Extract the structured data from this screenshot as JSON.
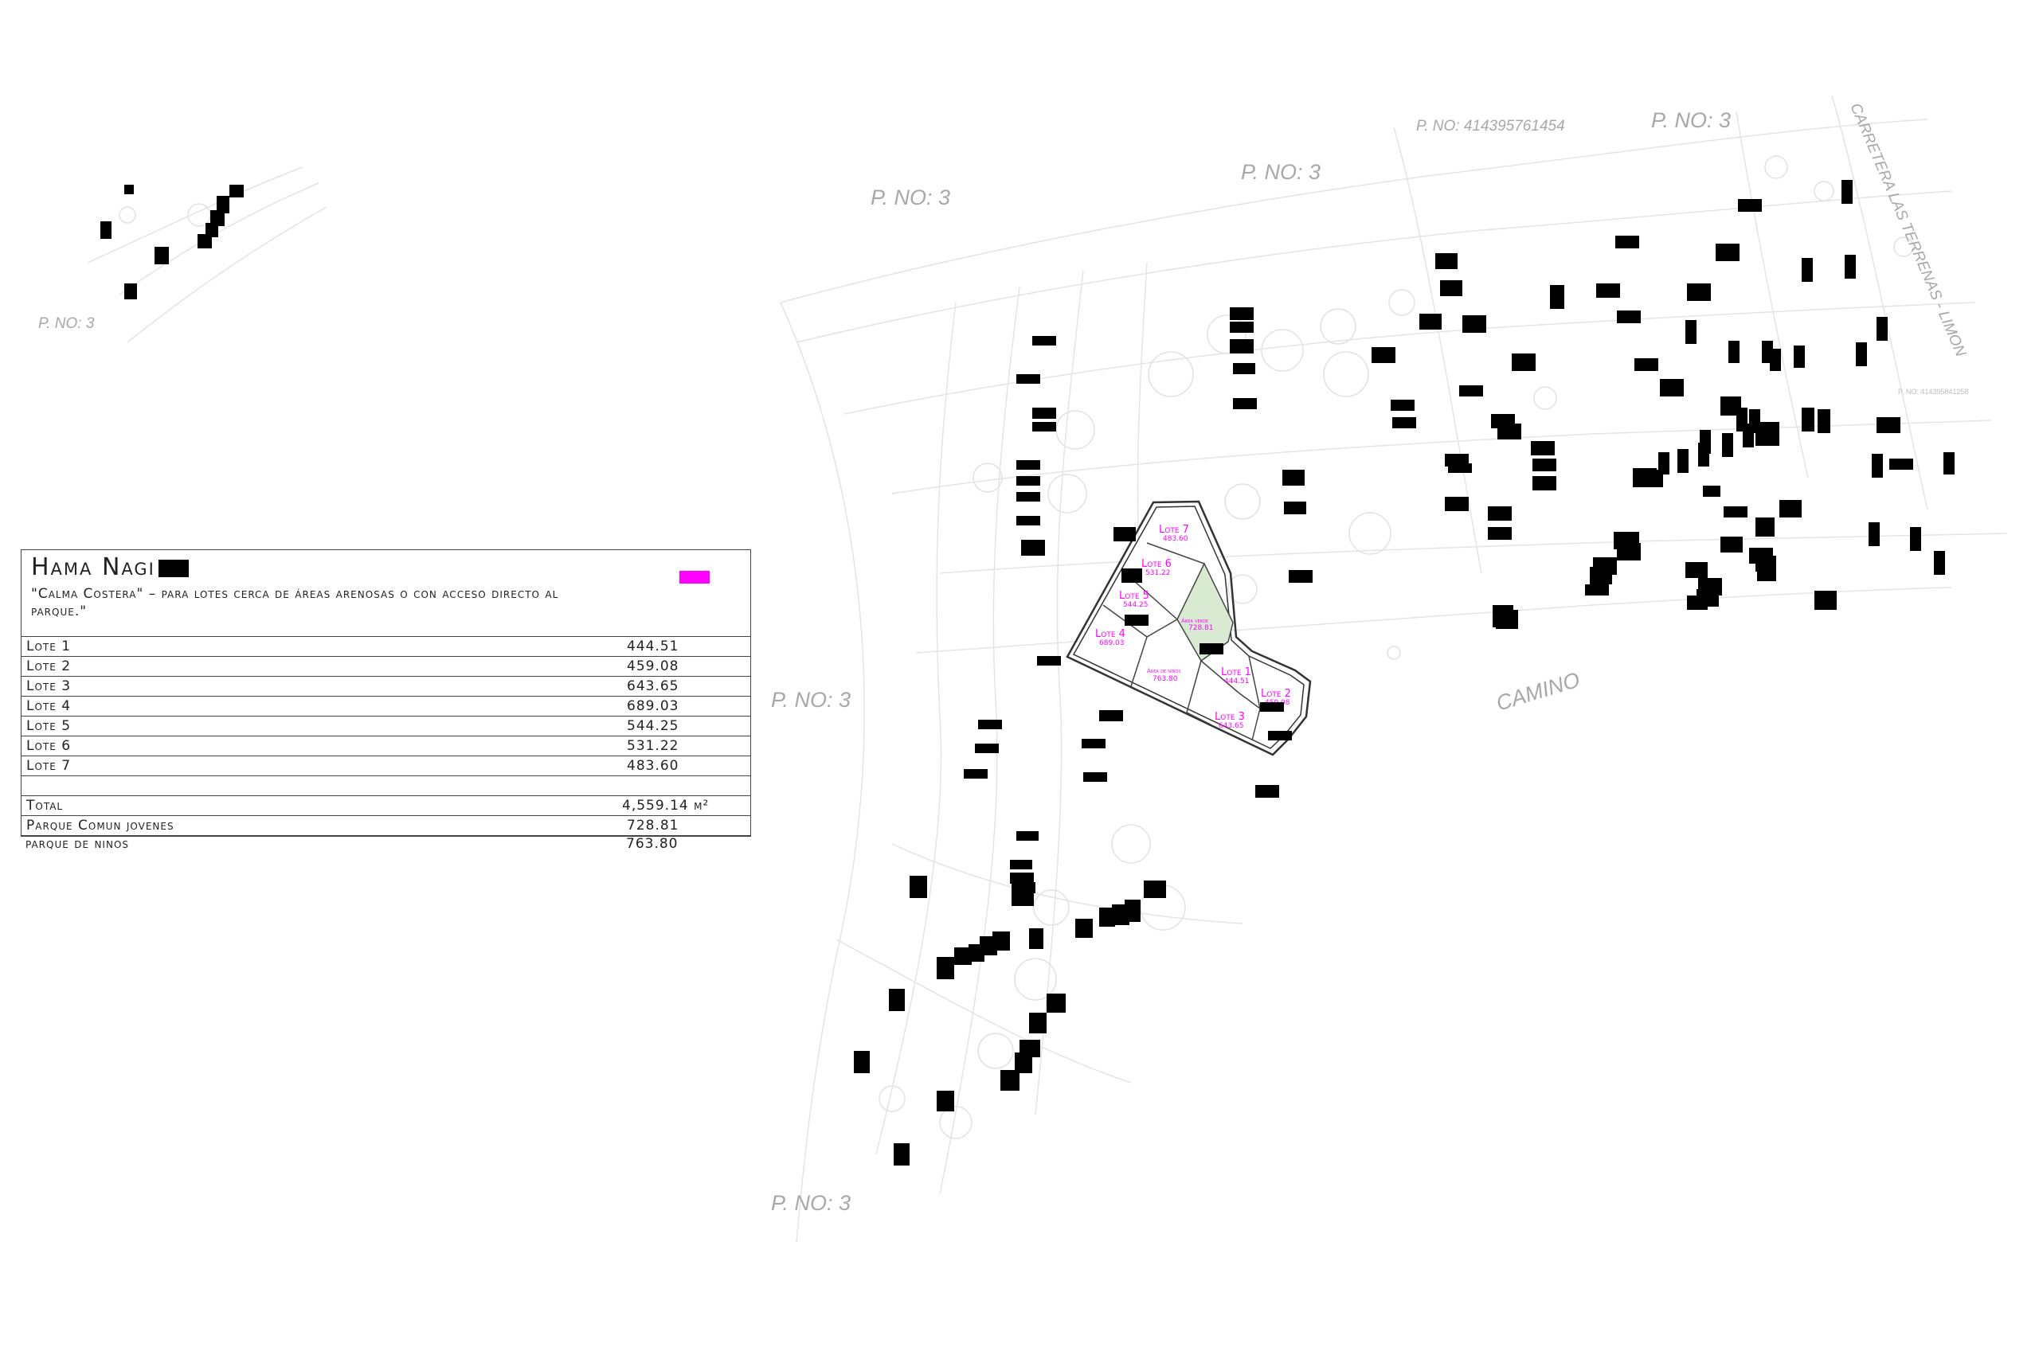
{
  "map": {
    "parcel_labels": [
      "P. NO: 3",
      "P. NO: 3",
      "P. NO: 3",
      "P. NO: 3",
      "P. NO: 3",
      "P. NO: 3"
    ],
    "parcel_id_label": "P. NO: 414395761454",
    "road_label": "CARRETERA LAS TERRENAS - LIMON",
    "camino_label": "CAMINO",
    "small_parcel_label": "P. NO: 414395841258",
    "lots": [
      {
        "name": "Lote 7",
        "area": "483.60"
      },
      {
        "name": "Lote 6",
        "area": "531.22"
      },
      {
        "name": "Lote 5",
        "area": "544.25"
      },
      {
        "name": "Lote 4",
        "area": "689.03"
      },
      {
        "name": "Lote 1",
        "area": "444.51"
      },
      {
        "name": "Lote 2",
        "area": "459.08"
      },
      {
        "name": "Lote 3",
        "area": "643.65"
      }
    ],
    "green_area": {
      "name": "Área verde",
      "area": "728.81"
    },
    "kids_area": {
      "name": "Área de niños",
      "area": "763.80"
    },
    "colors": {
      "lot_text": "#ff00ff",
      "green_area": "#d9ead3",
      "redaction": "#000000",
      "contours": "#e6e6e6"
    }
  },
  "legend": {
    "title": "Hama Nagi",
    "description": "\"Calma Costera\" – para lotes cerca de áreas arenosas o con acceso directo al parque.\"",
    "swatch_color": "#ff00ff",
    "rows": [
      {
        "label": "Lote 1",
        "value": "444.51"
      },
      {
        "label": "Lote 2",
        "value": "459.08"
      },
      {
        "label": "Lote 3",
        "value": "643.65"
      },
      {
        "label": "Lote 4",
        "value": "689.03"
      },
      {
        "label": "Lote 5",
        "value": "544.25"
      },
      {
        "label": "Lote 6",
        "value": "531.22"
      },
      {
        "label": "Lote 7",
        "value": "483.60"
      }
    ],
    "total_label": "Total",
    "total_value": "4,559.14 m²",
    "park_label": "Parque Comun jovenes",
    "park_value": "728.81",
    "kids_label": "parque de ninos",
    "kids_value": "763.80"
  }
}
